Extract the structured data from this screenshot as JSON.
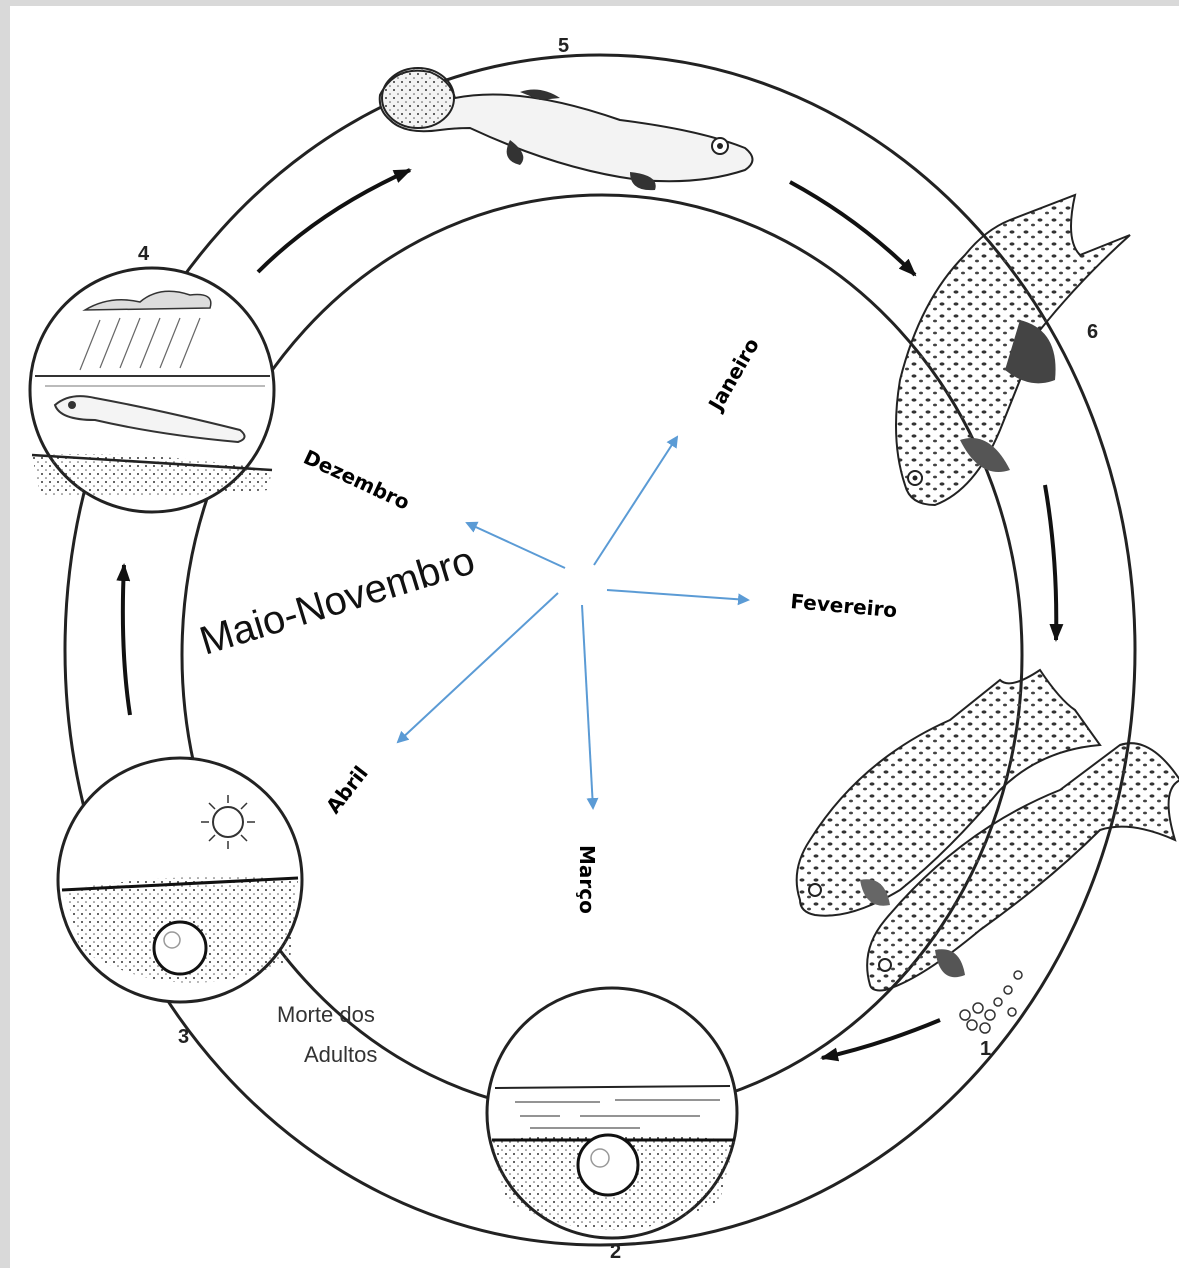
{
  "stages": {
    "s1": "1",
    "s2": "2",
    "s3": "3",
    "s4": "4",
    "s5": "5",
    "s6": "6"
  },
  "months": {
    "january": "Janeiro",
    "february": "Fevereiro",
    "march": "Março",
    "april": "Abril",
    "december": "Dezembro"
  },
  "season_label": "Maio-Novembro",
  "caption": {
    "line1": "Morte dos",
    "line2": "Adultos"
  },
  "colors": {
    "month_arrows": "#5b9bd5",
    "ring": "#222222",
    "frame": "#d9d9d9"
  }
}
